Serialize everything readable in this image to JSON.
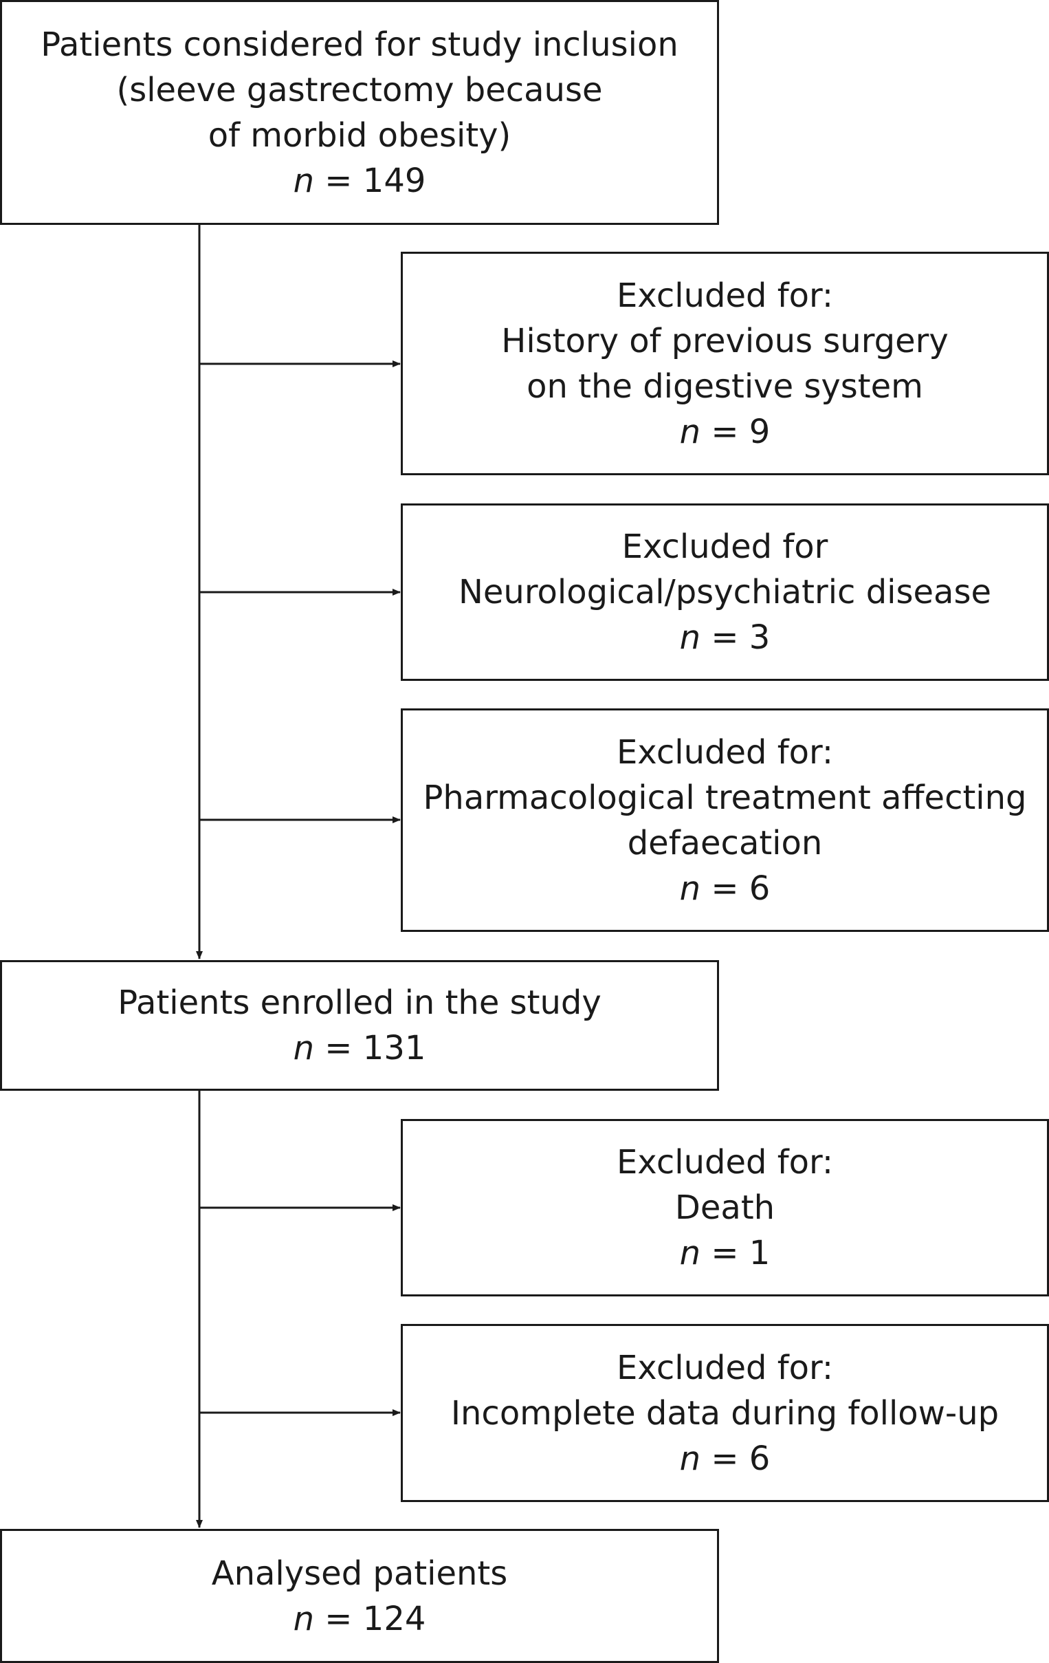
{
  "flowchart": {
    "start": {
      "lines": [
        "Patients considered for study inclusion",
        "(sleeve gastrectomy because",
        "of morbid obesity)"
      ],
      "n_symbol": "n",
      "n_value": "= 149"
    },
    "exclusions_pre": [
      {
        "lines": [
          "Excluded for:",
          "History of previous surgery",
          "on the digestive system"
        ],
        "n_symbol": "n",
        "n_value": "= 9"
      },
      {
        "lines": [
          "Excluded for",
          "Neurological/psychiatric disease"
        ],
        "n_symbol": "n",
        "n_value": "= 3"
      },
      {
        "lines": [
          "Excluded for:",
          "Pharmacological treatment affecting",
          "defaecation"
        ],
        "n_symbol": "n",
        "n_value": "= 6"
      }
    ],
    "enrolled": {
      "lines": [
        "Patients enrolled in the study"
      ],
      "n_symbol": "n",
      "n_value": "= 131"
    },
    "exclusions_post": [
      {
        "lines": [
          "Excluded for:",
          "Death"
        ],
        "n_symbol": "n",
        "n_value": "= 1"
      },
      {
        "lines": [
          "Excluded for:",
          "Incomplete data during follow-up"
        ],
        "n_symbol": "n",
        "n_value": "= 6"
      }
    ],
    "analysed": {
      "lines": [
        "Analysed patients"
      ],
      "n_symbol": "n",
      "n_value": "= 124"
    }
  },
  "colors": {
    "stroke": "#1a1a1a",
    "background": "#ffffff"
  }
}
